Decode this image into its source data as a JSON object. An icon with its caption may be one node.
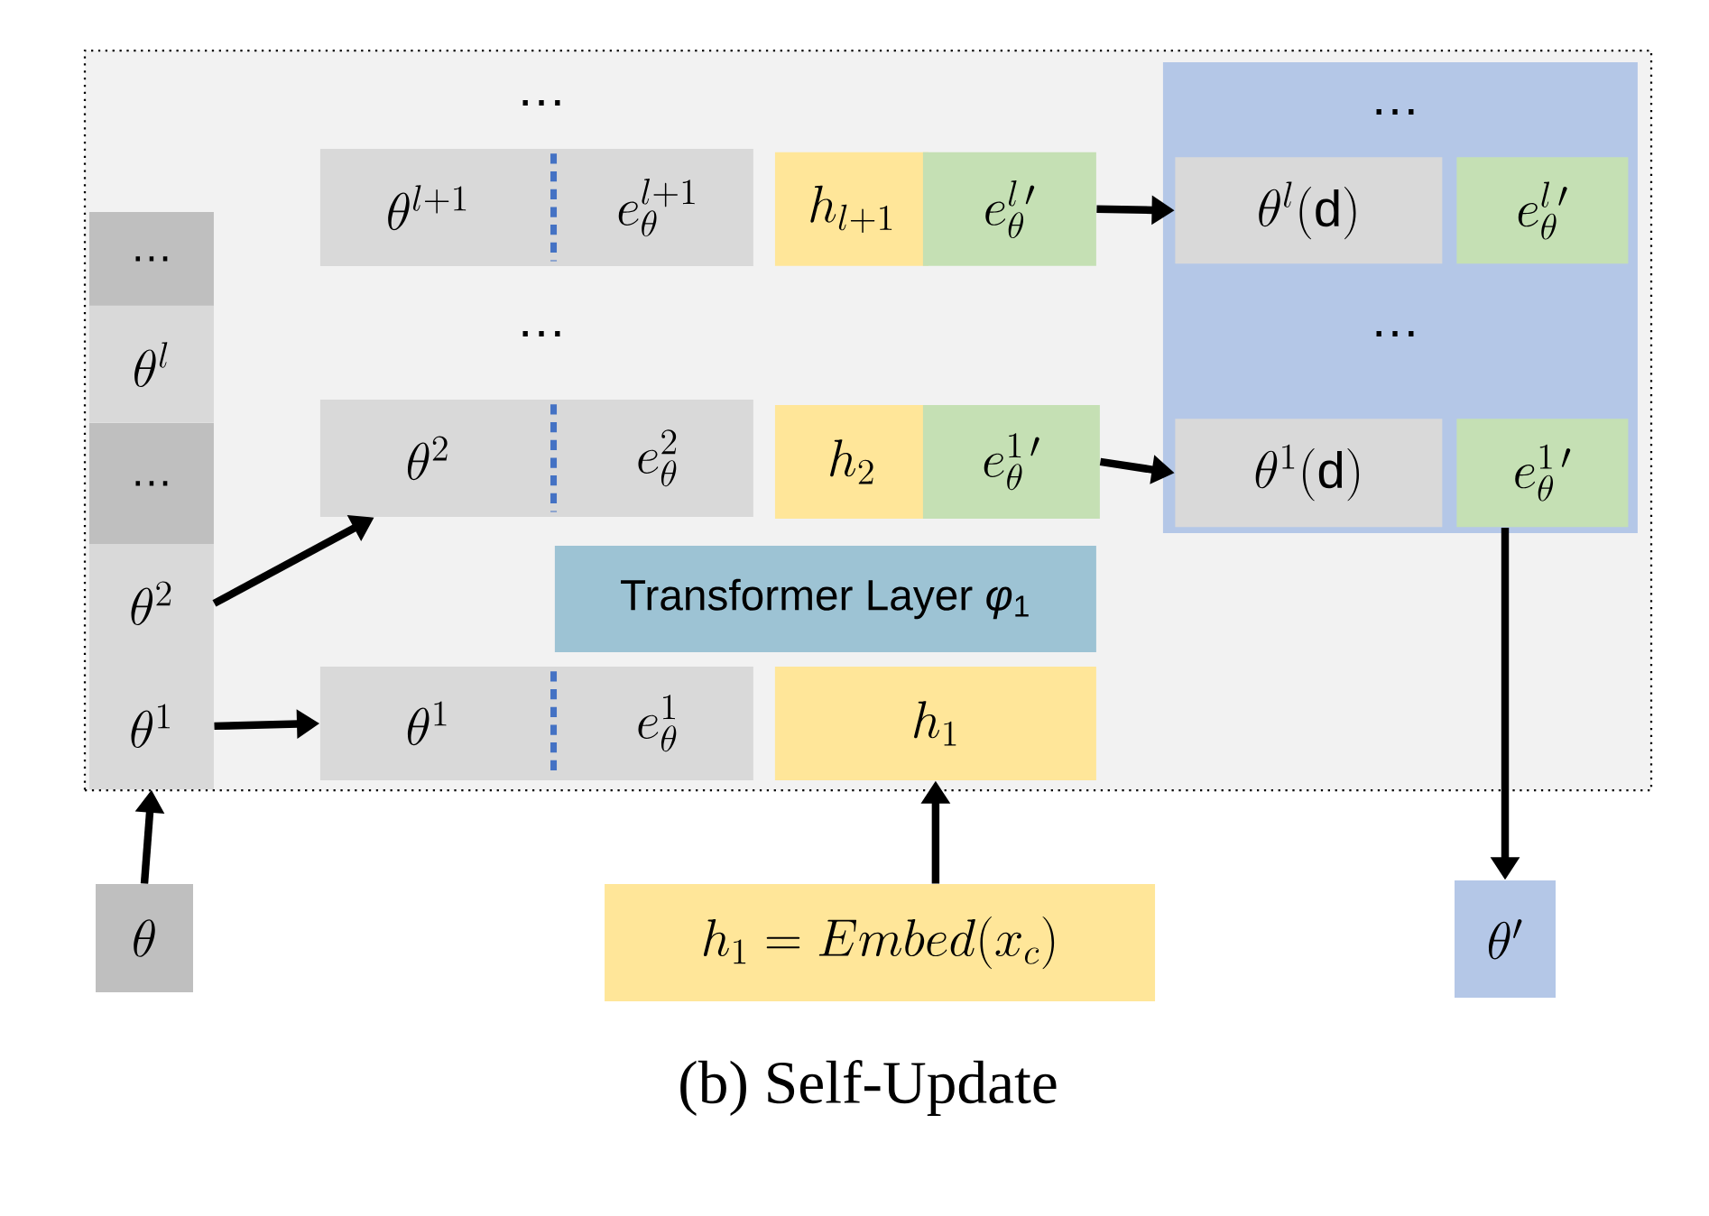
{
  "diagram": {
    "caption": "(b) Self-Update",
    "nodes": [
      {
        "text": [],
        "shape": "box"
      },
      {
        "text": [
          "…"
        ],
        "in": 0
      },
      {
        "text": [
          "\\theta^{l}"
        ],
        "in": 0
      },
      {
        "text": [
          "…"
        ],
        "in": 0
      },
      {
        "text": [
          "\\theta^{2}"
        ],
        "in": 0
      },
      {
        "text": [
          "\\theta^{1}"
        ],
        "in": 0
      },
      {
        "text": [
          "\\theta^{l+1}",
          "e_{\\theta}^{l+1}"
        ],
        "in": 0
      },
      {
        "text": [
          "h_{l+1}"
        ],
        "in": 0
      },
      {
        "text": [
          "e_{\\theta}^{l\\,\\prime}"
        ],
        "in": 0
      },
      {
        "text": [
          "\\theta^{2}",
          "e_{\\theta}^{2}"
        ],
        "in": 0
      },
      {
        "text": [
          "h_{2}"
        ],
        "in": 0
      },
      {
        "text": [
          "e_{\\theta}^{1\\,\\prime}"
        ],
        "in": 0
      },
      {
        "text": [
          "Transformer Layer *φ*$_{1}$"
        ],
        "in": 0
      },
      {
        "text": [
          "\\theta^{1}",
          "e_{\\theta}^{1}"
        ],
        "in": 0
      },
      {
        "text": [
          "h_{1}"
        ],
        "in": 0
      },
      {
        "text": [],
        "shape": "box",
        "in": 0
      },
      {
        "text": [
          "\\theta^{l}(\\mathrm{d})"
        ],
        "in": 15
      },
      {
        "text": [
          "e_{\\theta}^{l\\,\\prime}"
        ],
        "in": 15
      },
      {
        "text": [
          "\\theta^{1}(\\mathrm{d})"
        ],
        "in": 15
      },
      {
        "text": [
          "e_{\\theta}^{1\\,\\prime}"
        ],
        "in": 15
      },
      {
        "text": [
          "\\theta"
        ]
      },
      {
        "text": [
          "h_{1} = Embed(x_{c})"
        ]
      },
      {
        "text": [
          "\\theta'"
        ]
      }
    ],
    "edges": [
      {
        "from": 20,
        "to": 5,
        "arrow": "to"
      },
      {
        "from": 5,
        "to": 13,
        "arrow": "to"
      },
      {
        "from": 4,
        "to": 9,
        "arrow": "to"
      },
      {
        "from": 8,
        "to": 16,
        "arrow": "to"
      },
      {
        "from": 11,
        "to": 18,
        "arrow": "to"
      },
      {
        "from": 21,
        "to": 14,
        "arrow": "to"
      },
      {
        "from": 19,
        "to": 22,
        "arrow": "to"
      }
    ],
    "labels": [
      "…",
      "…",
      "…",
      "…"
    ]
  }
}
